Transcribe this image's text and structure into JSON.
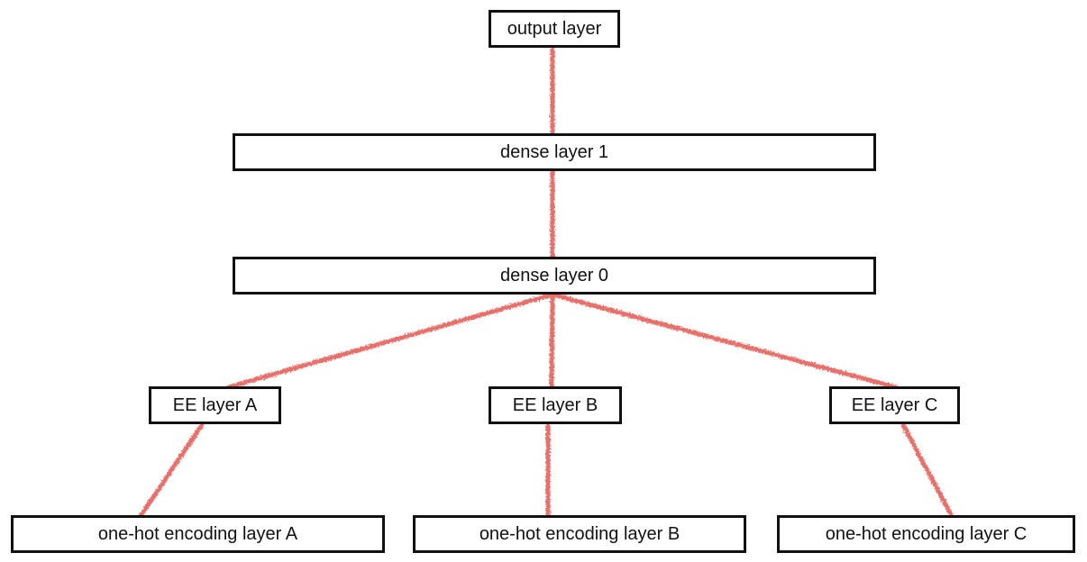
{
  "diagram": {
    "type": "network-architecture",
    "colors": {
      "edge": "#e8635e",
      "box_border": "#111111",
      "box_fill": "#ffffff",
      "text": "#111111",
      "background": "#ffffff"
    },
    "nodes": [
      {
        "id": "output",
        "label": "output layer"
      },
      {
        "id": "dense1",
        "label": "dense layer 1"
      },
      {
        "id": "dense0",
        "label": "dense layer 0"
      },
      {
        "id": "eeA",
        "label": "EE layer A"
      },
      {
        "id": "eeB",
        "label": "EE layer B"
      },
      {
        "id": "eeC",
        "label": "EE layer C"
      },
      {
        "id": "onehotA",
        "label": "one-hot encoding layer A"
      },
      {
        "id": "onehotB",
        "label": "one-hot encoding layer B"
      },
      {
        "id": "onehotC",
        "label": "one-hot encoding layer C"
      }
    ],
    "edges": [
      {
        "from": "dense1",
        "to": "output"
      },
      {
        "from": "dense0",
        "to": "dense1"
      },
      {
        "from": "eeA",
        "to": "dense0"
      },
      {
        "from": "eeB",
        "to": "dense0"
      },
      {
        "from": "eeC",
        "to": "dense0"
      },
      {
        "from": "onehotA",
        "to": "eeA"
      },
      {
        "from": "onehotB",
        "to": "eeB"
      },
      {
        "from": "onehotC",
        "to": "eeC"
      }
    ]
  }
}
